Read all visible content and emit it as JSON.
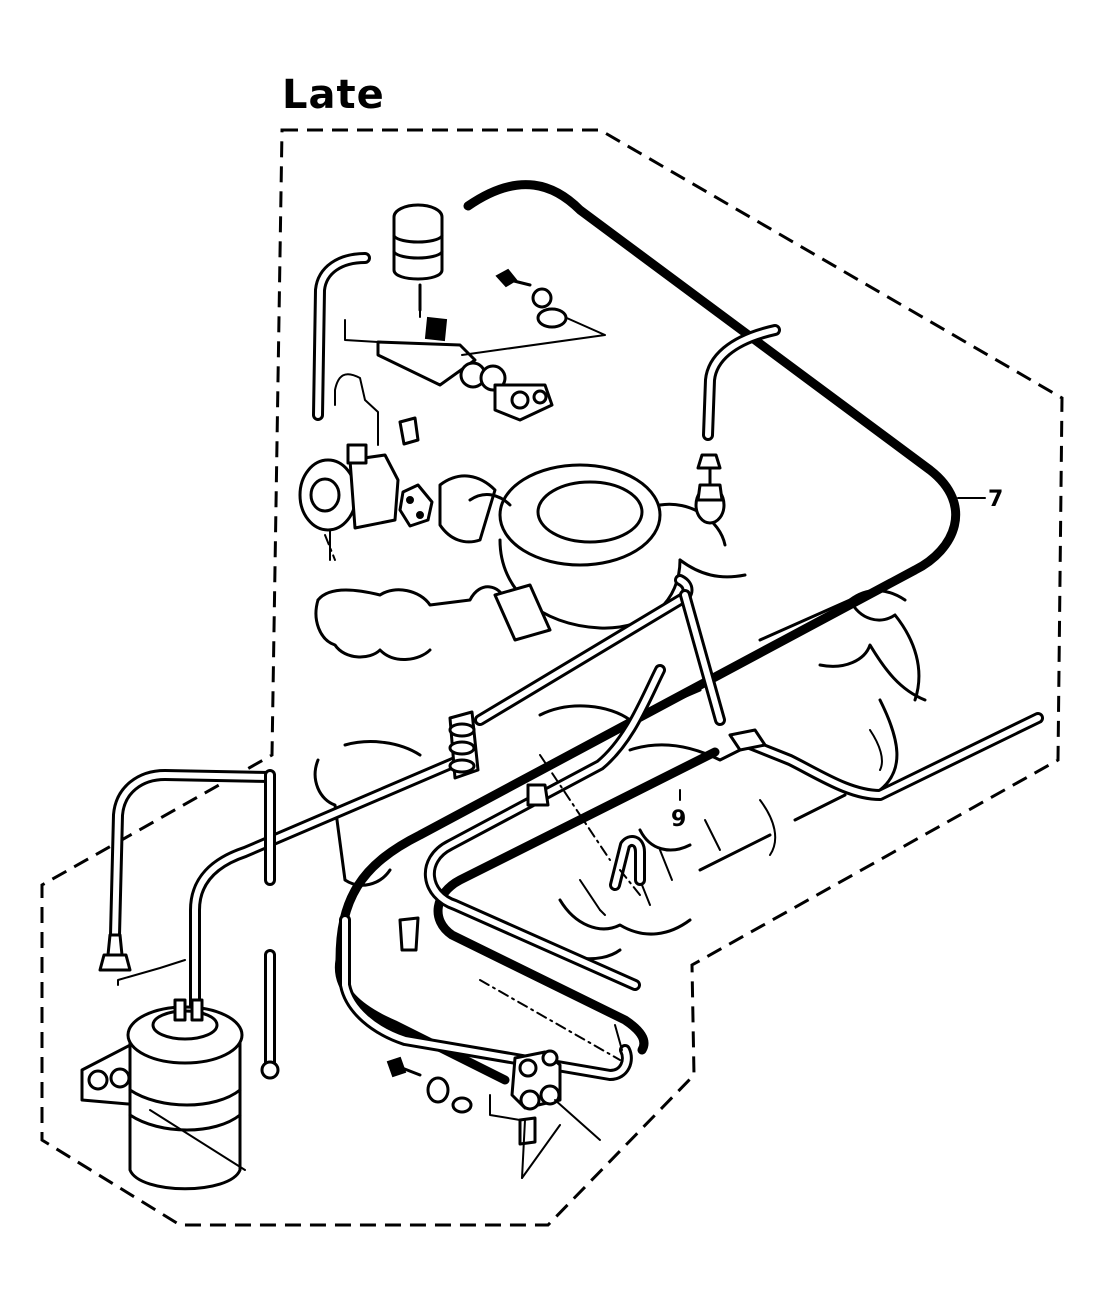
{
  "diagram": {
    "variant_label": "Late",
    "callouts": [
      {
        "id": "7",
        "text": "7"
      },
      {
        "id": "9",
        "text": "9"
      }
    ],
    "colors": {
      "line": "#000000",
      "background": "#ffffff"
    }
  }
}
